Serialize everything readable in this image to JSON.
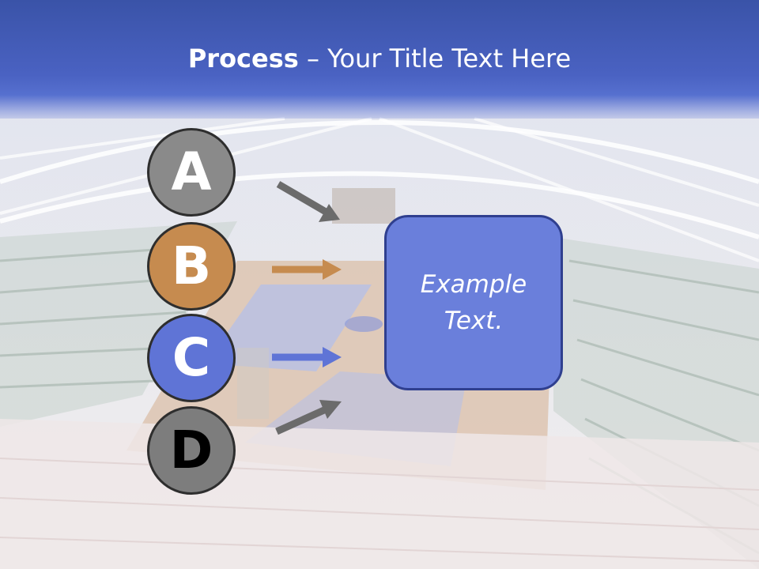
{
  "title": {
    "bold": "Process",
    "rest": " – Your Title Text Here"
  },
  "steps": [
    {
      "letter": "A",
      "color": "#8a8a8a",
      "text_color": "#ffffff",
      "arrow_color": "#6b6b6b"
    },
    {
      "letter": "B",
      "color": "#c68b4f",
      "text_color": "#ffffff",
      "arrow_color": "#c68b4f"
    },
    {
      "letter": "C",
      "color": "#5f74d6",
      "text_color": "#ffffff",
      "arrow_color": "#5f74d6"
    },
    {
      "letter": "D",
      "color": "#7d7d7d",
      "text_color": "#000000",
      "arrow_color": "#6b6b6b"
    }
  ],
  "box": {
    "text": "Example Text.",
    "color": "#6a7fdb"
  },
  "colors": {
    "header": "#3f58b4",
    "border": "#2e2e2e"
  }
}
